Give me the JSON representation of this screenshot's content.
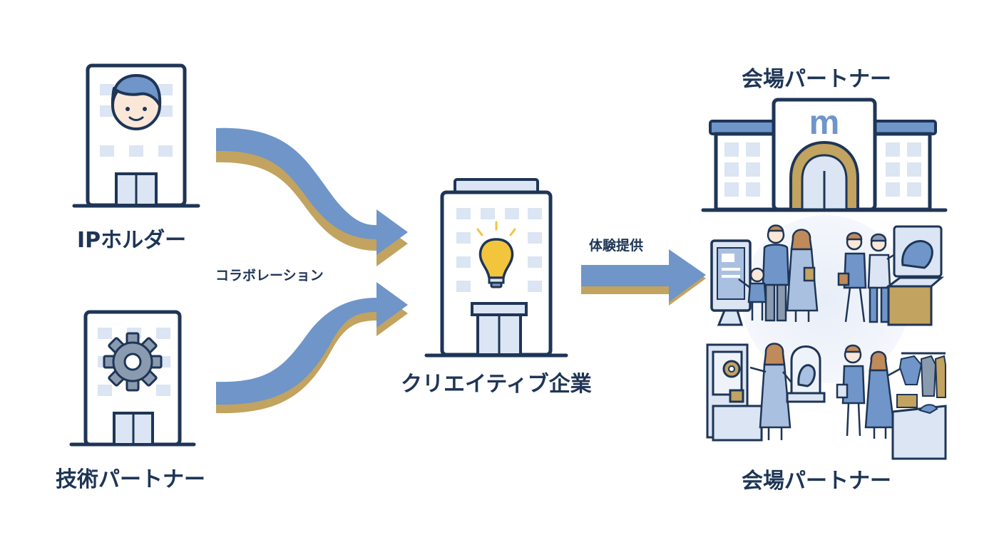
{
  "nodes": {
    "ip_holder": "IPホルダー",
    "tech_partner": "技術パートナー",
    "creative": "クリエイティブ企業",
    "venue_top": "会場パートナー",
    "venue_bottom": "会場パートナー"
  },
  "edges": {
    "collaboration": "コラボレーション",
    "experience": "体験提供"
  },
  "signage": {
    "venue_logo": "m"
  },
  "colors": {
    "navy": "#1e3556",
    "blue": "#6f95c9",
    "light_blue": "#dbe5f3",
    "gold": "#c2a35f",
    "bulb": "#f2c53d"
  }
}
